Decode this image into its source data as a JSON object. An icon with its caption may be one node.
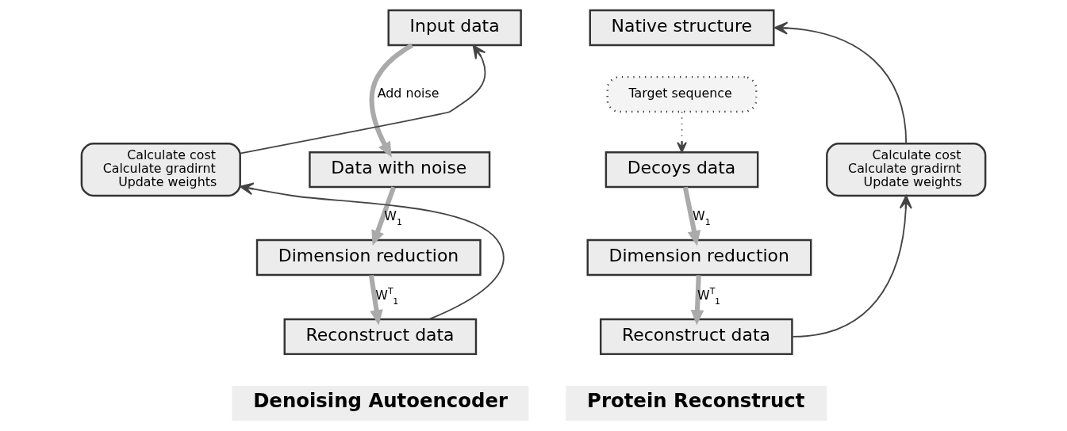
{
  "diagram": {
    "nodes": [
      {
        "text": [
          "Input data"
        ]
      },
      {
        "text": [
          "Data with noise"
        ]
      },
      {
        "text": [
          "Dimension reduction"
        ]
      },
      {
        "text": [
          "Reconstruct data"
        ]
      },
      {
        "text": [
          "Calculate cost",
          "Calculate gradirnt",
          "Update weights"
        ]
      },
      {
        "text": [
          "Native structure"
        ]
      },
      {
        "text": [
          "Target sequence"
        ]
      },
      {
        "text": [
          "Decoys data"
        ]
      },
      {
        "text": [
          "Dimension reduction"
        ]
      },
      {
        "text": [
          "Reconstruct data"
        ]
      },
      {
        "text": [
          "Calculate cost",
          "Calculate gradirnt",
          "Update weights"
        ]
      }
    ],
    "edges": [
      {
        "from": 0,
        "to": 1,
        "arrow": "to",
        "label": "Add noise",
        "style": "thick"
      },
      {
        "from": 1,
        "to": 2,
        "arrow": "to",
        "label": "W$_{1}$",
        "style": "thick"
      },
      {
        "from": 2,
        "to": 3,
        "arrow": "to",
        "label": "W$^{T}$$_{1}$",
        "style": "thick"
      },
      {
        "from": 3,
        "to": 4,
        "arrow": "to",
        "color": "#444444"
      },
      {
        "from": 4,
        "to": 0,
        "arrow": "to",
        "color": "#444444"
      },
      {
        "from": 6,
        "to": 7,
        "arrow": "to",
        "style": "dashed",
        "color": "#444444"
      },
      {
        "from": 7,
        "to": 8,
        "arrow": "to",
        "label": "W$_{1}$",
        "style": "thick"
      },
      {
        "from": 8,
        "to": 9,
        "arrow": "to",
        "label": "W$^{T}$$_{1}$",
        "style": "thick"
      },
      {
        "from": 9,
        "to": 10,
        "arrow": "to",
        "color": "#444444"
      },
      {
        "from": 10,
        "to": 5,
        "arrow": "to",
        "color": "#444444"
      }
    ],
    "labels": [
      "Denoising Autoencoder",
      "Protein Reconstruct"
    ]
  }
}
